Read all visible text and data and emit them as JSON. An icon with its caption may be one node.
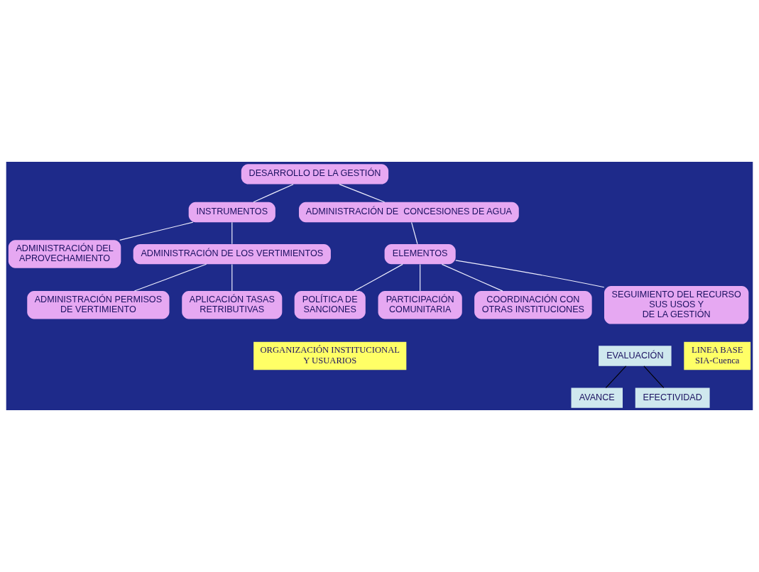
{
  "diagram": {
    "nodes": [
      {
        "text": [
          "DESARROLLO DE LA GESTIÓN"
        ]
      },
      {
        "text": [
          "INSTRUMENTOS"
        ]
      },
      {
        "text": [
          "ADMINISTRACIÓN DEL APROVECHAMIENTO"
        ]
      },
      {
        "text": [
          "ADMINISTRACIÓN DE LOS VERTIMIENTOS"
        ]
      },
      {
        "text": [
          "ADMINISTRACIÓN DE  CONCESIONES DE AGUA"
        ]
      },
      {
        "text": [
          "ADMINISTRACIÓN PERMISOS DE VERTIMIENTO"
        ]
      },
      {
        "text": [
          "APLICACIÓN TASAS RETRIBUTIVAS"
        ]
      },
      {
        "text": [
          "ELEMENTOS"
        ]
      },
      {
        "text": [
          "POLÍTICA DE SANCIONES"
        ]
      },
      {
        "text": [
          "PARTICIPACIÓN COMUNITARIA"
        ]
      },
      {
        "text": [
          "COORDINACIÓN CON OTRAS INSTITUCIONES"
        ]
      },
      {
        "text": [
          "SEGUIMIENTO DEL RECURSO SUS USOS Y DE LA GESTIÓN"
        ]
      },
      {
        "text": [
          "EVALUACIÓN"
        ]
      },
      {
        "text": [
          "AVANCE"
        ]
      },
      {
        "text": [
          "EFECTIVIDAD"
        ]
      },
      {
        "text": [
          "ORGANIZACIÓN INSTITUCIONAL Y USUARIOS"
        ]
      },
      {
        "text": [
          "LINEA BASE SIA-Cuenca"
        ]
      }
    ],
    "edges": [
      {
        "from": 0,
        "to": 1,
        "arrow": "none"
      },
      {
        "from": 0,
        "to": 4,
        "arrow": "none"
      },
      {
        "from": 1,
        "to": 2,
        "arrow": "none"
      },
      {
        "from": 1,
        "to": 3,
        "arrow": "none"
      },
      {
        "from": 3,
        "to": 5,
        "arrow": "none"
      },
      {
        "from": 3,
        "to": 6,
        "arrow": "none"
      },
      {
        "from": 4,
        "to": 7,
        "arrow": "none"
      },
      {
        "from": 7,
        "to": 8,
        "arrow": "none"
      },
      {
        "from": 7,
        "to": 9,
        "arrow": "none"
      },
      {
        "from": 7,
        "to": 10,
        "arrow": "none"
      },
      {
        "from": 7,
        "to": 11,
        "arrow": "none"
      },
      {
        "from": 12,
        "to": 13,
        "arrow": "none",
        "color": "#000000"
      },
      {
        "from": 12,
        "to": 14,
        "arrow": "none",
        "color": "#000000"
      }
    ]
  }
}
